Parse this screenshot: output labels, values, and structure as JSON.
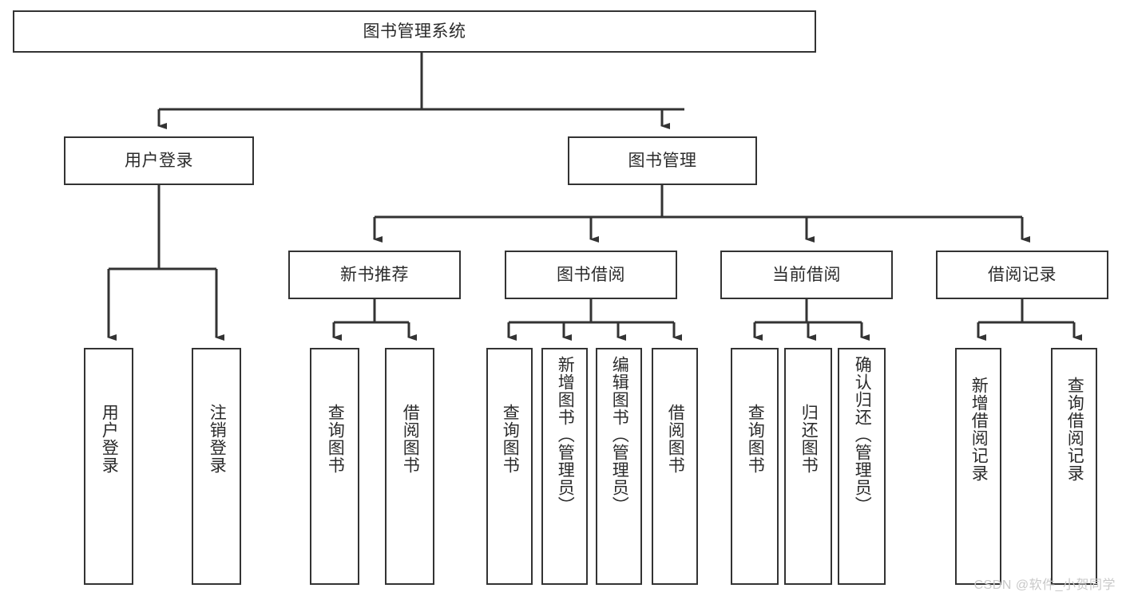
{
  "diagram": {
    "type": "tree-hierarchy",
    "title": "图书管理系统",
    "watermark": "CSDN @软件_小贺同学",
    "colors": {
      "border": "#333333",
      "text": "#2b2b2b",
      "background": "#ffffff",
      "connector": "#333333",
      "watermark": "#c9c9c9"
    },
    "root": {
      "label": "图书管理系统"
    },
    "level2": [
      {
        "label": "用户登录"
      },
      {
        "label": "图书管理"
      }
    ],
    "level3": [
      {
        "label": "新书推荐"
      },
      {
        "label": "图书借阅"
      },
      {
        "label": "当前借阅"
      },
      {
        "label": "借阅记录"
      }
    ],
    "leaves": {
      "user_login": [
        {
          "label": "用户登录"
        },
        {
          "label": "注销登录"
        }
      ],
      "new_book": [
        {
          "label": "查询图书"
        },
        {
          "label": "借阅图书"
        }
      ],
      "book_borrow": [
        {
          "label": "查询图书"
        },
        {
          "label": "新增图书（管理员）"
        },
        {
          "label": "编辑图书（管理员）"
        },
        {
          "label": "借阅图书"
        }
      ],
      "current_borrow": [
        {
          "label": "查询图书"
        },
        {
          "label": "归还图书"
        },
        {
          "label": "确认归还（管理员）"
        }
      ],
      "borrow_record": [
        {
          "label": "新增借阅记录"
        },
        {
          "label": "查询借阅记录"
        }
      ]
    }
  }
}
